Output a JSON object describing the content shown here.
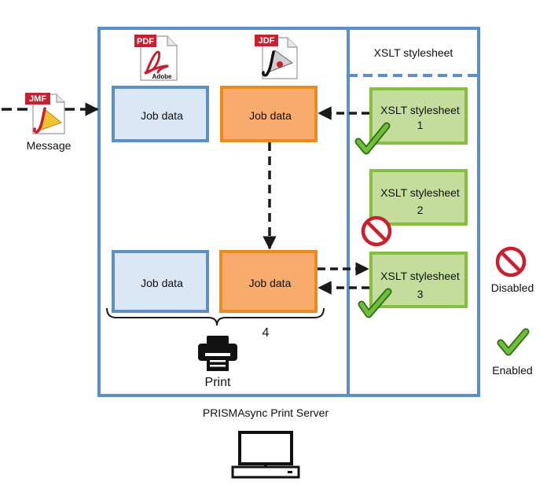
{
  "colors": {
    "frame": "#5b8fc9",
    "job_blue_fill": "#dce7f5",
    "job_blue_stroke": "#5b8fc9",
    "job_orange_fill": "#f7ab6c",
    "job_orange_stroke": "#ee8a1d",
    "stylesheet_fill": "#c5dd9c",
    "stylesheet_stroke": "#86bf3e",
    "check": "#6fbe3a",
    "disabled": "#c8202e",
    "arrow": "#1a1a1a"
  },
  "icons": {
    "pdf": {
      "name": "pdf-file-icon",
      "tag": "PDF",
      "caption": "Adobe"
    },
    "jdf": {
      "name": "jdf-file-icon",
      "tag": "JDF"
    },
    "jmf": {
      "name": "jmf-file-icon",
      "tag": "JMF"
    }
  },
  "message_label": "Message",
  "job_data_label": "Job data",
  "stylesheet_header": "XSLT stylesheet",
  "stylesheets": [
    {
      "title": "XSLT stylesheet",
      "number": "1",
      "status": "enabled"
    },
    {
      "title": "XSLT stylesheet",
      "number": "2",
      "status": "disabled"
    },
    {
      "title": "XSLT stylesheet",
      "number": "3",
      "status": "enabled"
    }
  ],
  "brace_number": "4",
  "print_label": "Print",
  "server_label": "PRISMAsync Print Server",
  "legend": {
    "disabled_label": "Disabled",
    "enabled_label": "Enabled"
  }
}
